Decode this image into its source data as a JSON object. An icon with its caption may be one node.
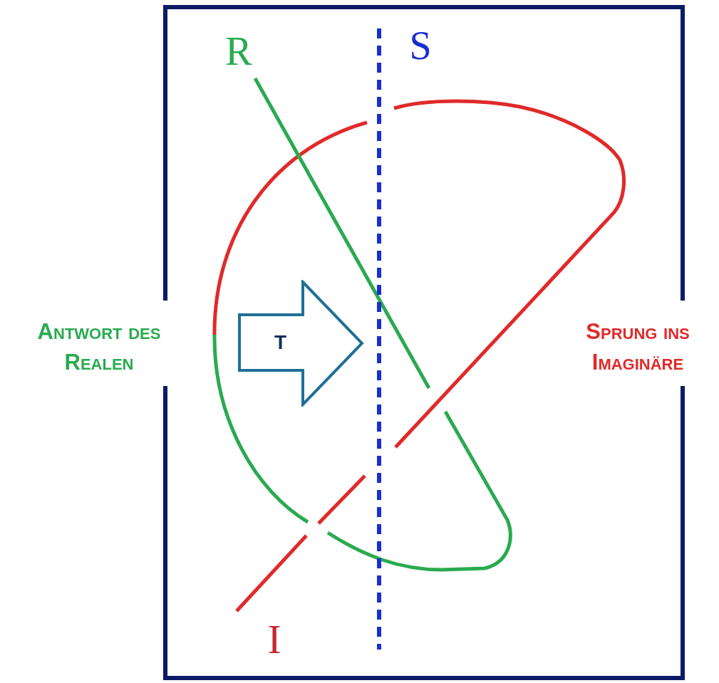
{
  "diagram": {
    "nodes": [
      {
        "text": [
          "T"
        ]
      }
    ],
    "edges": [],
    "labels": [
      "R",
      "S",
      "Antwort des Realen",
      "Sprung ins Imaginäre",
      "I"
    ]
  }
}
